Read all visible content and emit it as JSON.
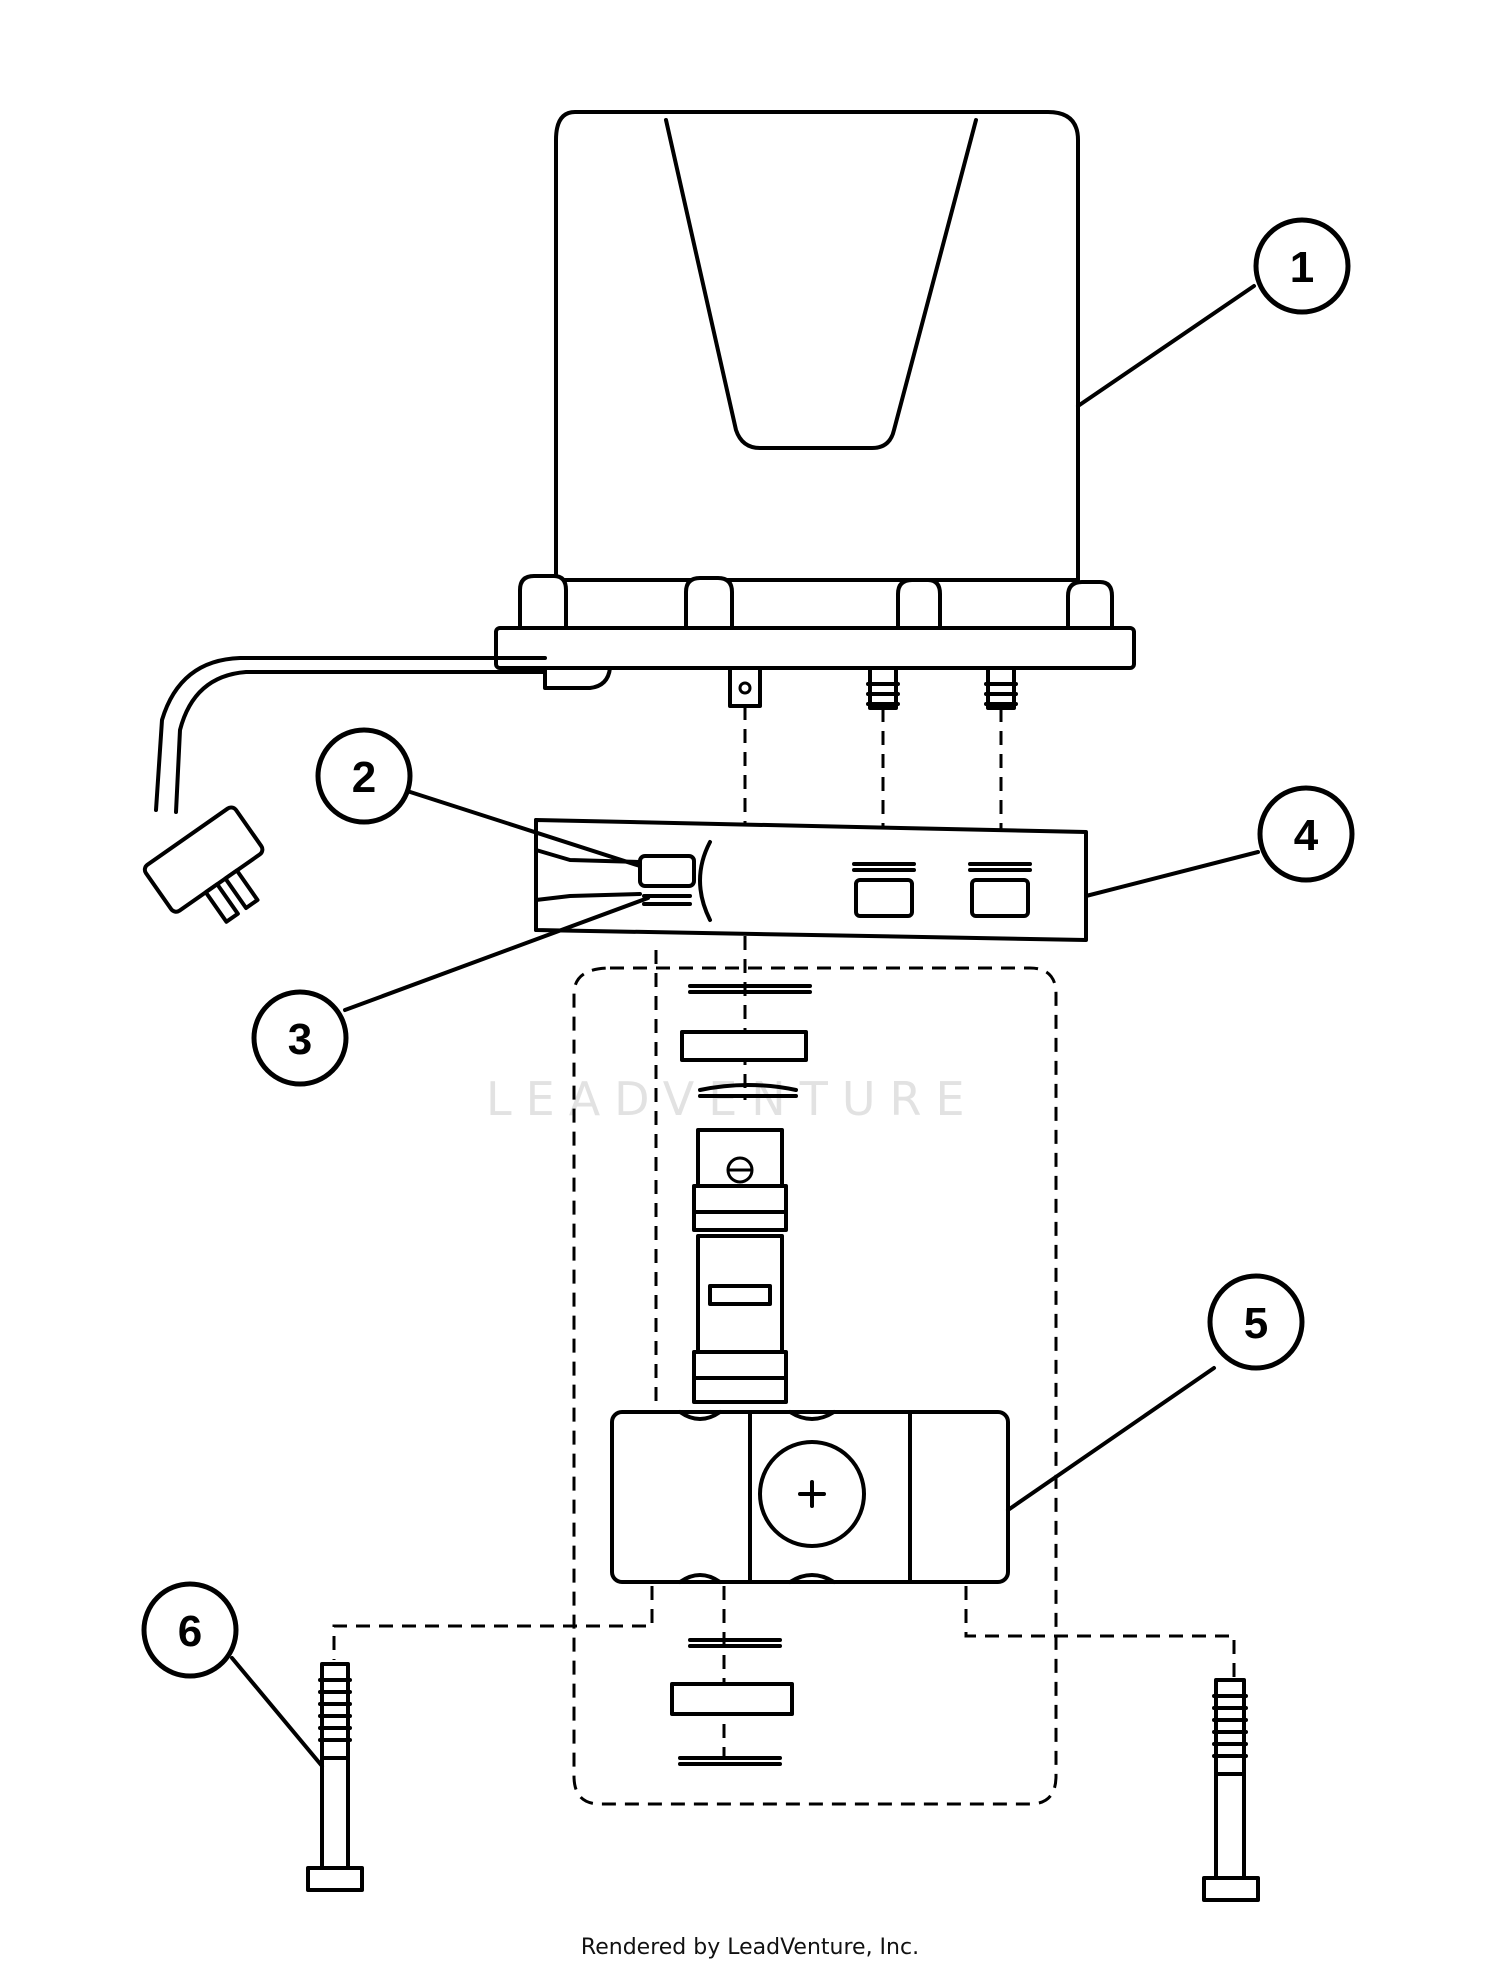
{
  "callouts": [
    {
      "label": "1"
    },
    {
      "label": "2"
    },
    {
      "label": "3"
    },
    {
      "label": "4"
    },
    {
      "label": "5"
    },
    {
      "label": "6"
    }
  ],
  "watermark": "LEADVENTURE",
  "credit": "Rendered by LeadVenture, Inc."
}
